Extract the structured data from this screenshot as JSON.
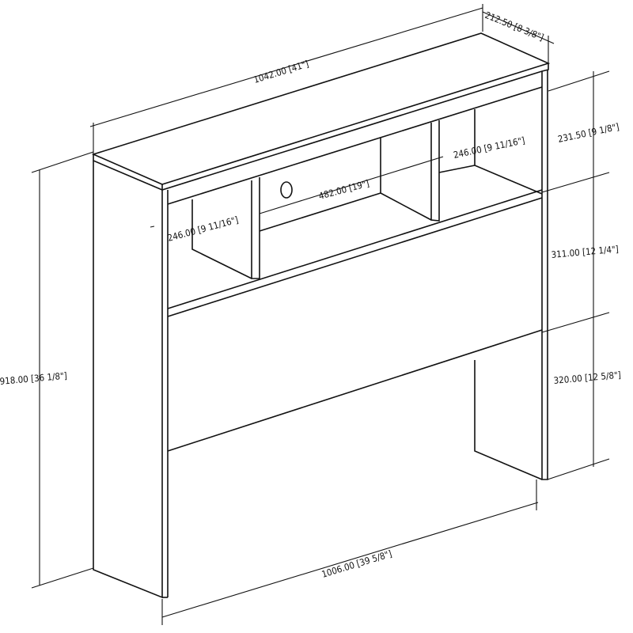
{
  "dimensions": {
    "width": "1042.00 [41\"]",
    "depth": "212.50 [8 3/8\"]",
    "upper_height": "231.50 [9 1/8\"]",
    "cubby_right_depth": "246.00 [9 11/16\"]",
    "cubby_left_depth": "246.00 [9 11/16\"]",
    "cubby_center_width": "482.00 [19\"]",
    "middle_height": "311.00 [12 1/4\"]",
    "lower_height": "320.00 [12 5/8\"]",
    "total_height": "918.00 [36 1/8\"]",
    "inner_width": "1006.00 [39 5/8\"]"
  }
}
